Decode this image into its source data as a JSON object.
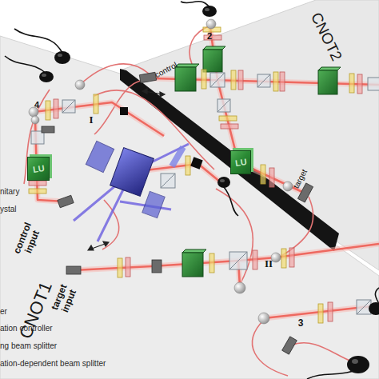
{
  "diagram": {
    "nodes": [
      {
        "text": [
          "CNOT2"
        ]
      },
      {
        "text": [
          "LU"
        ],
        "in": 0
      },
      {
        "text": [
          "CNOT1"
        ]
      },
      {
        "text": [
          "LU"
        ],
        "in": 2
      }
    ],
    "labels": [
      "2",
      "control",
      "target",
      "4",
      "I",
      "control input",
      "target input",
      "II",
      "3"
    ],
    "legend": [
      {
        "text": "nitary"
      },
      {
        "text": "ystal"
      },
      {
        "text": "er"
      },
      {
        "text": "ation controller"
      },
      {
        "text": "ng beam splitter"
      },
      {
        "text": "ation-dependent beam splitter"
      }
    ]
  }
}
